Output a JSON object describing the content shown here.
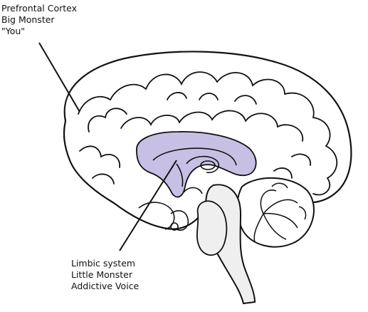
{
  "labels": {
    "prefrontal": {
      "line1": "Prefrontal Cortex",
      "line2": "Big Monster",
      "line3": "\"You\""
    },
    "limbic": {
      "line1": "Limbic system",
      "line2": "Little Monster",
      "line3": "Addictive Voice"
    }
  },
  "colors": {
    "outline": "#111111",
    "brain_fill": "#ffffff",
    "brainstem_fill": "#efefef",
    "limbic_fill": "#c7c0e4"
  }
}
